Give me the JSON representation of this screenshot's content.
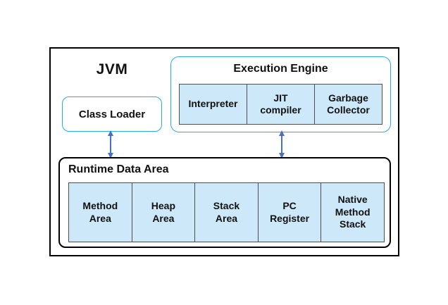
{
  "colors": {
    "accent_cyan": "#29ABE2",
    "cell_fill": "#CDE9F9",
    "cell_border": "#4D4D4D",
    "arrow_blue": "#4472C4",
    "outline_black": "#000000"
  },
  "diagram": {
    "title": "JVM",
    "class_loader": {
      "label": "Class Loader"
    },
    "execution_engine": {
      "label": "Execution Engine",
      "cells": [
        "Interpreter",
        "JIT\ncompiler",
        "Garbage\nCollector"
      ]
    },
    "runtime_data_area": {
      "label": "Runtime Data Area",
      "cells": [
        "Method\nArea",
        "Heap\nArea",
        "Stack\nArea",
        "PC\nRegister",
        "Native\nMethod\nStack"
      ]
    }
  }
}
